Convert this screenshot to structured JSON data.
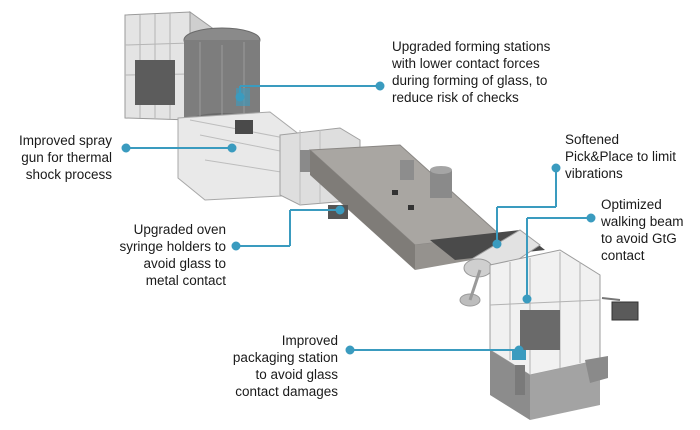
{
  "callouts": {
    "forming": [
      "Upgraded forming stations",
      "with lower contact forces",
      "during forming of glass, to",
      "reduce risk of checks"
    ],
    "spray": [
      "Improved spray",
      "gun for thermal",
      "shock process"
    ],
    "softened": [
      "Softened",
      "Pick&Place to limit",
      "vibrations"
    ],
    "walking": [
      "Optimized",
      "walking beam",
      "to avoid GtG",
      "contact"
    ],
    "oven": [
      "Upgraded oven",
      "syringe holders to",
      "avoid glass to",
      "metal contact"
    ],
    "packaging": [
      "Improved",
      "packaging station",
      "to avoid glass",
      "contact damages"
    ]
  },
  "colors": {
    "leader": "#3a9bbf",
    "text": "#1a1a1a",
    "machine_dark": "#6e6e6e",
    "machine_mid": "#9a9a9a",
    "machine_light": "#c9c9c9",
    "frame": "#d8d8d8"
  }
}
